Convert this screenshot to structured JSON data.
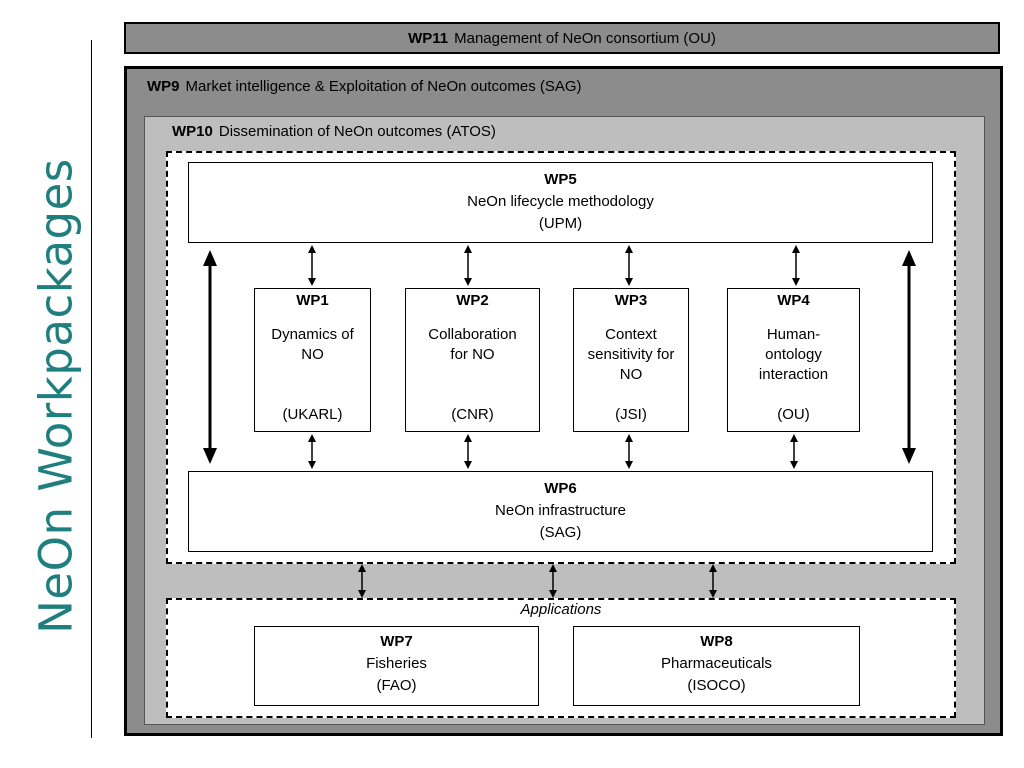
{
  "side_title": "NeOn Workpackages",
  "wp11": {
    "code": "WP11",
    "text": "Management of NeOn consortium (OU)"
  },
  "wp9": {
    "code": "WP9",
    "text": "Market intelligence & Exploitation of NeOn outcomes (SAG)"
  },
  "wp10": {
    "code": "WP10",
    "text": "Dissemination of NeOn outcomes (ATOS)"
  },
  "wp5": {
    "code": "WP5",
    "desc": "NeOn lifecycle methodology",
    "org": "(UPM)"
  },
  "wp6": {
    "code": "WP6",
    "desc": "NeOn infrastructure",
    "org": "(SAG)"
  },
  "research_wps": [
    {
      "code": "WP1",
      "desc": "Dynamics of\nNO",
      "org": "(UKARL)"
    },
    {
      "code": "WP2",
      "desc": "Collaboration\nfor NO",
      "org": "(CNR)"
    },
    {
      "code": "WP3",
      "desc": "Context\nsensitivity for\nNO",
      "org": "(JSI)"
    },
    {
      "code": "WP4",
      "desc": "Human-\nontology\ninteraction",
      "org": "(OU)"
    }
  ],
  "applications": {
    "label": "Applications",
    "wp7": {
      "code": "WP7",
      "desc": "Fisheries",
      "org": "(FAO)"
    },
    "wp8": {
      "code": "WP8",
      "desc": "Pharmaceuticals",
      "org": "(ISOCO)"
    }
  },
  "colors": {
    "title_teal": "#1f7f7f",
    "outer_gray": "#8c8c8c",
    "inner_gray": "#bebebe"
  }
}
